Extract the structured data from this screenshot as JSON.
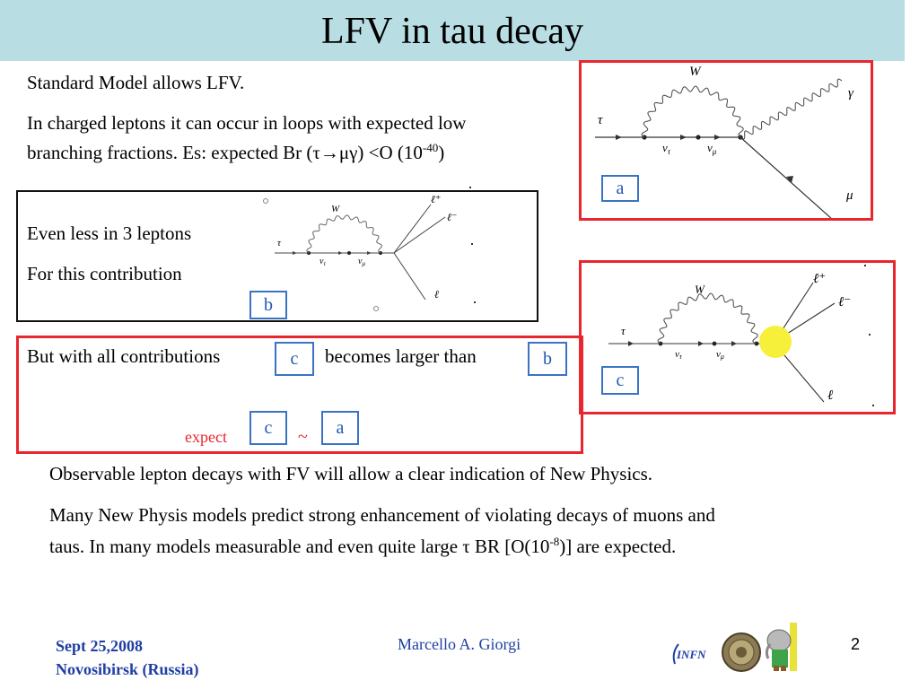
{
  "title": "LFV in tau decay",
  "intro": {
    "line1": "Standard Model allows LFV.",
    "line2a": "In charged leptons it can occur in loops with expected low",
    "line2b_prefix": "branching fractions. Es: expected  Br (τ",
    "arrow": "→",
    "line2b_mid": "μγ) <O (10",
    "exp40": "-40",
    "close": ")"
  },
  "box_b": {
    "line1": "Even less in 3 leptons",
    "line2": "For this contribution",
    "tag": "b"
  },
  "box_c": {
    "part1": "But with all contributions",
    "tag1": "c",
    "part2": "becomes  larger than",
    "tag2": "b",
    "expect": "expect",
    "tag3": "c",
    "tilde": "~",
    "tag4": "a"
  },
  "diagrams": {
    "a": {
      "tag": "a",
      "W": "W",
      "gamma": "γ",
      "tau": "τ",
      "nu_tau": "ν",
      "nu_tau_sub": "τ",
      "nu_mu": "ν",
      "nu_mu_sub": "μ",
      "mu": "μ"
    },
    "b": {
      "W": "W",
      "tau": "τ",
      "nu_tau": "ν",
      "nu_tau_sub": "τ",
      "nu_mu": "ν",
      "nu_mu_sub": "μ",
      "l_plus": "ℓ⁺",
      "l_minus": "ℓ⁻",
      "l": "ℓ"
    },
    "c": {
      "tag": "c",
      "W": "W",
      "tau": "τ",
      "nu_tau": "ν",
      "nu_tau_sub": "τ",
      "nu_mu": "ν",
      "nu_mu_sub": "μ",
      "l_plus": "ℓ⁺",
      "l_minus": "ℓ⁻",
      "l": "ℓ"
    }
  },
  "body": {
    "p1": "Observable lepton decays with FV  will allow  a clear indication of New Physics.",
    "p2a": "Many New Physis models predict strong enhancement of violating decays of muons and",
    "p2b_prefix": "taus. In many models measurable and even quite large  τ  BR [O(10",
    "exp8": "-8",
    "p2b_suffix": ")] are expected."
  },
  "footer": {
    "date": "Sept 25,2008",
    "place": "Novosibirsk (Russia)",
    "author": "Marcello A. Giorgi",
    "page": "2",
    "logo_infn": "INFN"
  },
  "colors": {
    "title_bg": "#b8dde2",
    "frame_red": "#e8262d",
    "tag_blue": "#3b73c4",
    "blob_yellow": "#f7f03a",
    "footer_blue": "#1f3fa3"
  }
}
